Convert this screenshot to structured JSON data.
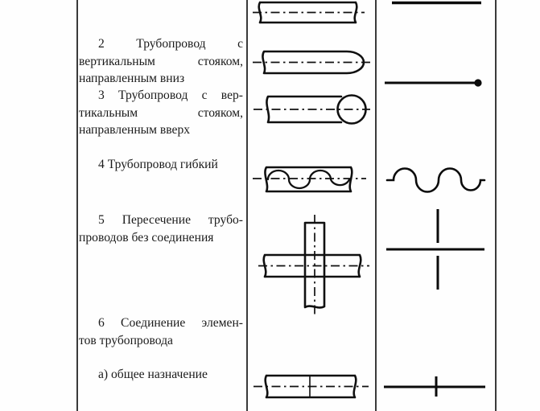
{
  "page": {
    "background": "#ffffff",
    "ink": "#101010",
    "border_color": "#3a3a3a"
  },
  "rows": [
    {
      "name": "pipe-riser-down",
      "lines": [
        "2 Трубопровод с",
        "вертикальным стояком,",
        "направленным вниз"
      ]
    },
    {
      "name": "pipe-riser-up",
      "lines": [
        "3 Трубопровод с вер-",
        "тикальным стояком,",
        "направленным вверх"
      ]
    },
    {
      "name": "pipe-flexible",
      "lines": [
        "4 Трубопровод гибкий"
      ]
    },
    {
      "name": "pipe-crossing-no-connection",
      "lines": [
        "5 Пересечение трубо-",
        "проводов без соединения"
      ]
    },
    {
      "name": "pipe-elements-connection",
      "lines": [
        "6 Соединение элемен-",
        "тов трубопровода"
      ]
    },
    {
      "name": "connection-general-purpose",
      "lines": [
        "а) общее назначение"
      ]
    }
  ],
  "symbols": {
    "middle_column": [
      "pipe-straight-drawing",
      "pipe-riser-down-drawing",
      "pipe-riser-up-drawing",
      "pipe-flexible-drawing",
      "pipe-crossing-drawing",
      "pipe-joint-drawing"
    ],
    "right_column": [
      "straight-line-symbol",
      "line-with-end-dot-symbol",
      "wavy-line-symbol",
      "broken-cross-symbol",
      "line-with-tick-symbol"
    ]
  }
}
